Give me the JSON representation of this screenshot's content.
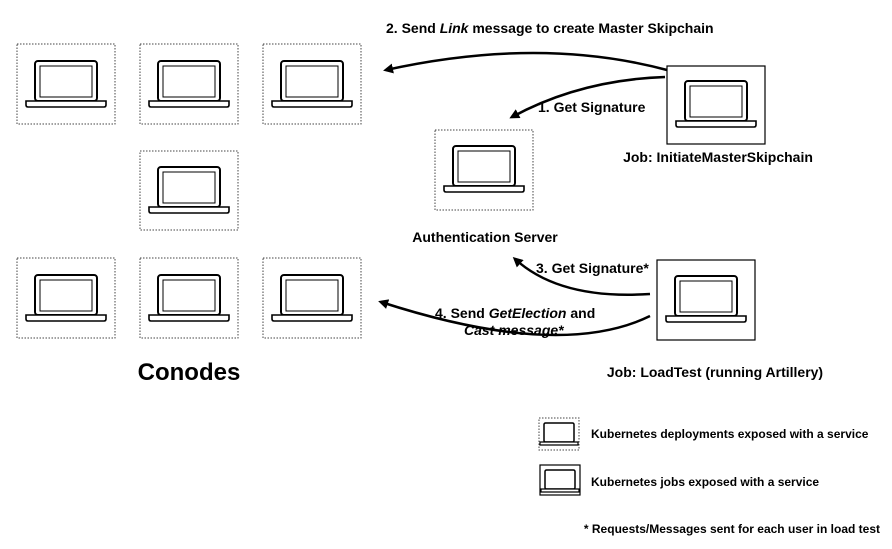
{
  "arrows": {
    "step2_prefix": "2. Send ",
    "step2_italic": "Link",
    "step2_suffix": " message to create Master Skipchain",
    "step1": "1. Get Signature",
    "step3": "3. Get Signature*",
    "step4_line1_prefix": "4. Send ",
    "step4_line1_italic": "GetElection",
    "step4_line1_suffix": " and",
    "step4_line2_italic": "Cast message*"
  },
  "nodes": {
    "auth_server_label": "Authentication Server",
    "job_initiate_label": "Job: InitiateMasterSkipchain",
    "job_loadtest_label": "Job: LoadTest (running Artillery)",
    "conodes_label": "Conodes"
  },
  "legend": {
    "deployments": "Kubernetes deployments exposed with a service",
    "jobs": "Kubernetes jobs exposed with a service"
  },
  "footnote": "* Requests/Messages sent for each user in load test",
  "icons": {
    "node": "laptop-icon",
    "arrow": "curved-arrow"
  }
}
